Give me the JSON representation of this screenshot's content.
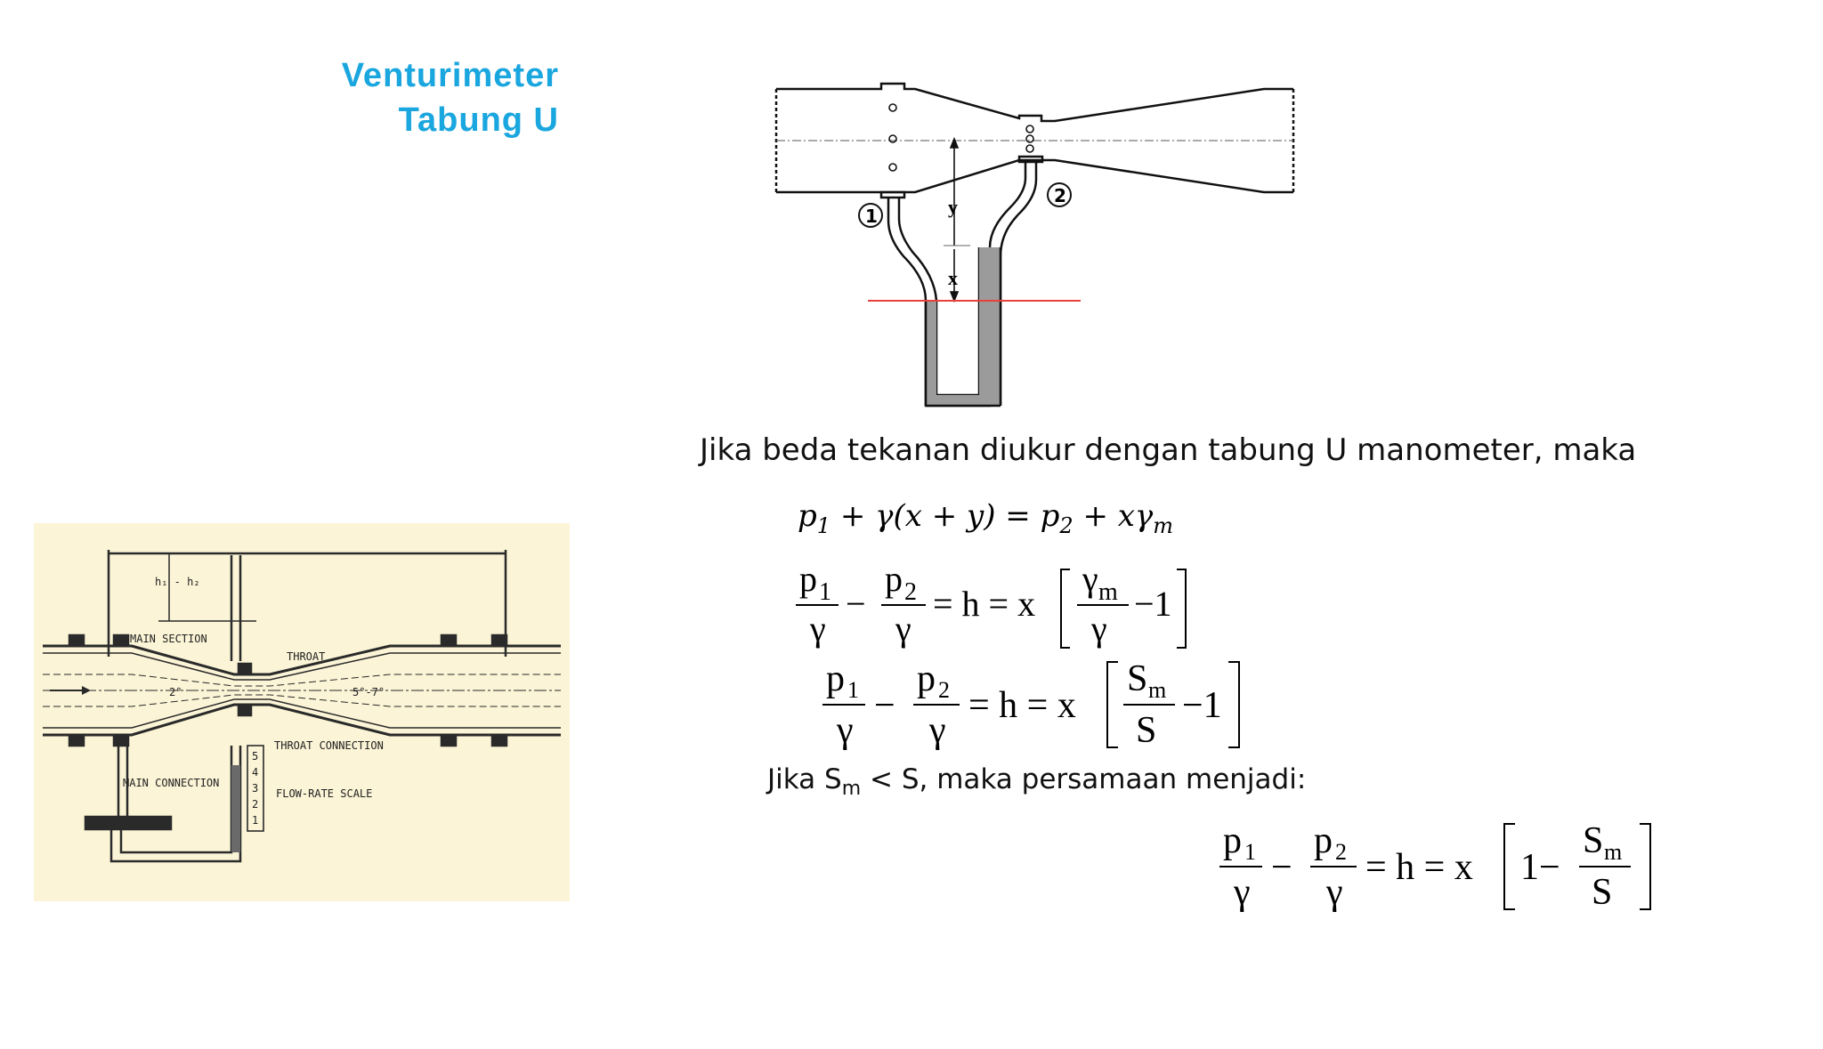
{
  "title": {
    "line1": "Venturimeter",
    "line2": "Tabung U"
  },
  "diagram_top": {
    "point1": "1",
    "point2": "2",
    "label_y": "y",
    "label_x": "x",
    "accent_line_color": "#e8403a"
  },
  "photo": {
    "h_label": "h₁ - h₂",
    "main_section": "MAIN SECTION",
    "throat": "THROAT",
    "throat_connection": "THROAT CONNECTION",
    "main_connection": "MAIN CONNECTION",
    "flow_rate_scale": "FLOW-RATE SCALE",
    "angle_small": "2°",
    "angle_large": "5°-7°",
    "scale_marks": [
      "5",
      "4",
      "3",
      "2",
      "1"
    ]
  },
  "intro_text": "Jika beda tekanan diukur dengan tabung U manometer, maka",
  "equation1": {
    "p1": "p",
    "sub1": "1",
    "mid": " + γ(x + y) = p",
    "sub2": "2",
    "tail": " + xγ",
    "subm": "m"
  },
  "eq_frac": {
    "p1": "p",
    "s1": "1",
    "p2": "p",
    "s2": "2",
    "gamma": "γ",
    "minus": "−",
    "equals_h_x": "= h = x",
    "gamma_m": "γ",
    "m": "m",
    "minus_one": "−1",
    "S": "S",
    "one_minus": "1−"
  },
  "condition": {
    "prefix": "Jika S",
    "sub": "m",
    "suffix": " < S, maka persamaan  menjadi:"
  }
}
